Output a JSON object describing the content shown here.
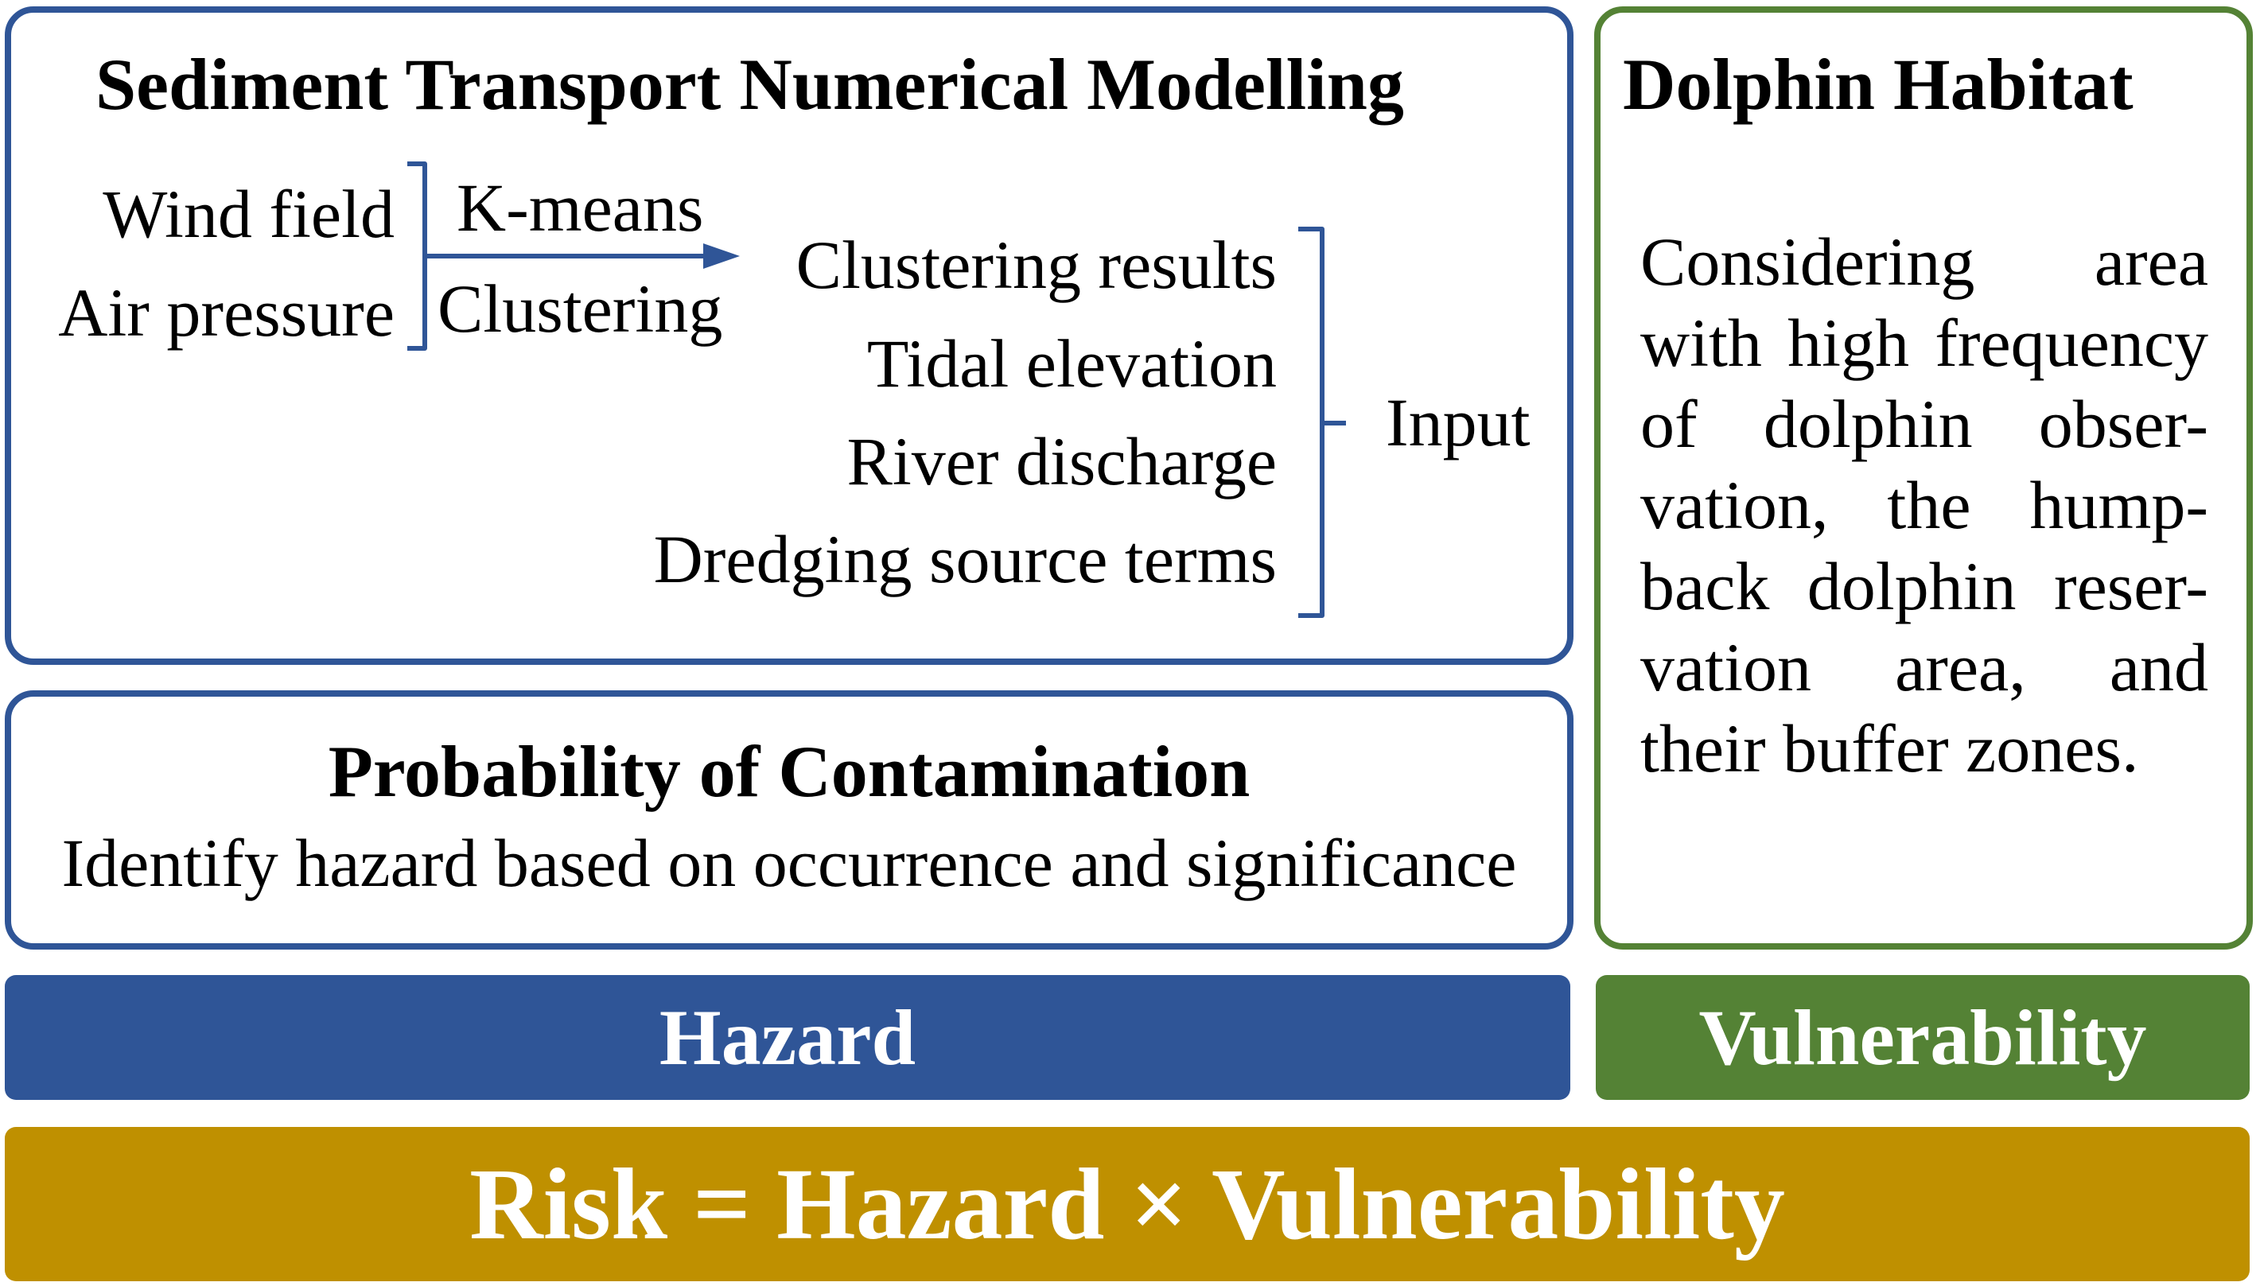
{
  "sediment_box": {
    "title": "Sediment Transport Numerical Modelling",
    "met_inputs": [
      "Wind field",
      "Air pressure"
    ],
    "method_top": "K-means",
    "method_bottom": "Clustering",
    "model_inputs": [
      "Clustering results",
      "Tidal elevation",
      "River discharge",
      "Dredging source terms"
    ],
    "input_label": "Input"
  },
  "contamination_box": {
    "title": "Probability of Contamination",
    "description": "Identify hazard based on occurrence and significance"
  },
  "habitat_box": {
    "title": "Dolphin Habitat",
    "lines": [
      "Considering area",
      "with high frequency",
      "of dolphin obser-",
      "vation, the hump-",
      "back dolphin reser-",
      "vation area, and",
      "their buffer zones."
    ]
  },
  "bars": {
    "hazard": "Hazard",
    "vulnerability": "Vulnerability",
    "risk": "Risk = Hazard × Vulnerability"
  },
  "colors": {
    "hazard_blue": "#2f5597",
    "vulnerability_green": "#548235",
    "risk_gold": "#bf9000"
  }
}
